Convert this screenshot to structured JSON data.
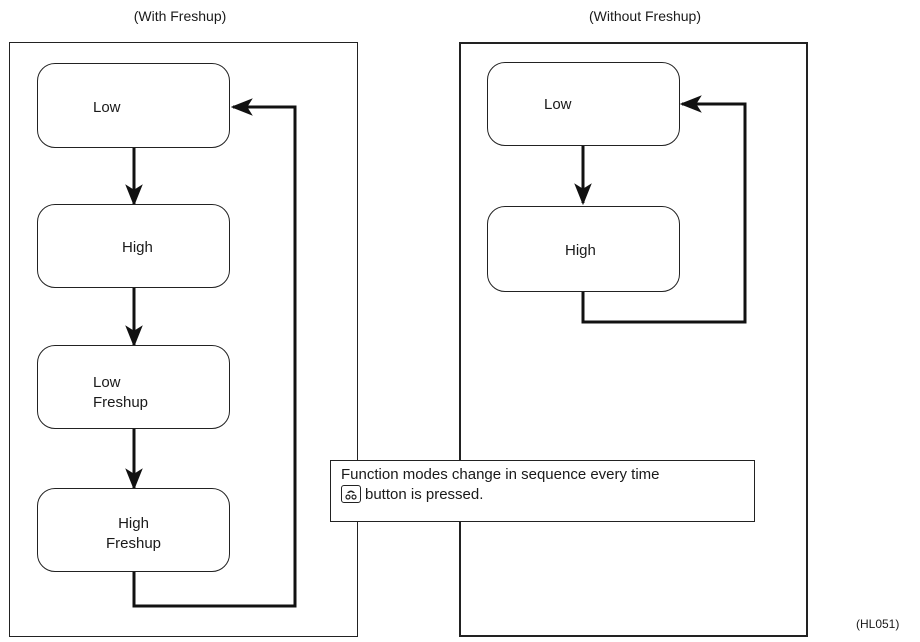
{
  "panels": {
    "with": {
      "title": "(With Freshup)",
      "nodes": [
        {
          "line1": "Low",
          "line2": ""
        },
        {
          "line1": "High",
          "line2": ""
        },
        {
          "line1": "Low",
          "line2": "Freshup"
        },
        {
          "line1": "High",
          "line2": "Freshup"
        }
      ]
    },
    "without": {
      "title": "(Without Freshup)",
      "nodes": [
        {
          "line1": "Low",
          "line2": ""
        },
        {
          "line1": "High",
          "line2": ""
        }
      ]
    }
  },
  "note": {
    "line1": "Function modes change in sequence every time",
    "line2": "button is pressed.",
    "icon": "fan-mode-button-icon"
  },
  "figure_code": "(HL051)"
}
